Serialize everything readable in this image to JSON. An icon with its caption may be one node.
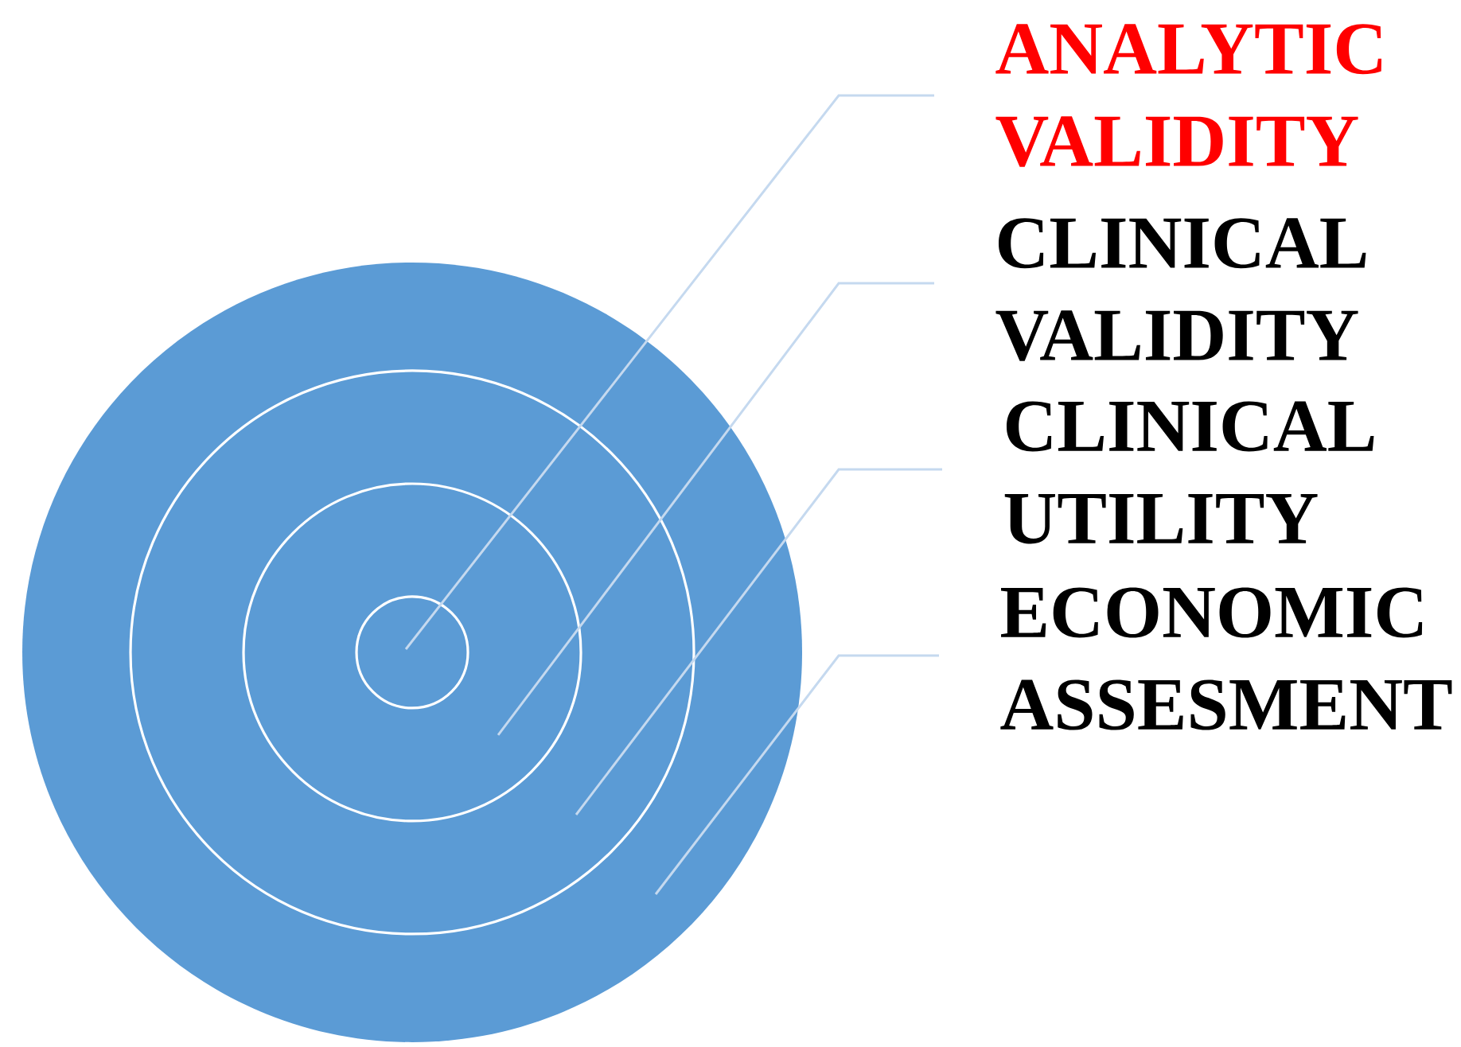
{
  "diagram": {
    "nodes": [
      {
        "text": [
          "ANALYTIC VALIDITY"
        ]
      },
      {
        "text": [
          "CLINICAL VALIDITY"
        ]
      },
      {
        "text": [
          "CLINICAL UTILITY"
        ]
      },
      {
        "text": [
          "ECONOMIC ASSESMENT"
        ]
      },
      {
        "text": [],
        "shape": "circle"
      },
      {
        "text": [],
        "shape": "circle",
        "in": 4
      },
      {
        "text": [],
        "shape": "circle",
        "in": 5
      },
      {
        "text": [],
        "shape": "circle",
        "in": 6
      }
    ],
    "edges": [
      {
        "from": 0,
        "to": 7,
        "arrow": "none"
      },
      {
        "from": 1,
        "to": 6,
        "arrow": "none"
      },
      {
        "from": 2,
        "to": 5,
        "arrow": "none"
      },
      {
        "from": 3,
        "to": 4,
        "arrow": "none"
      }
    ]
  }
}
